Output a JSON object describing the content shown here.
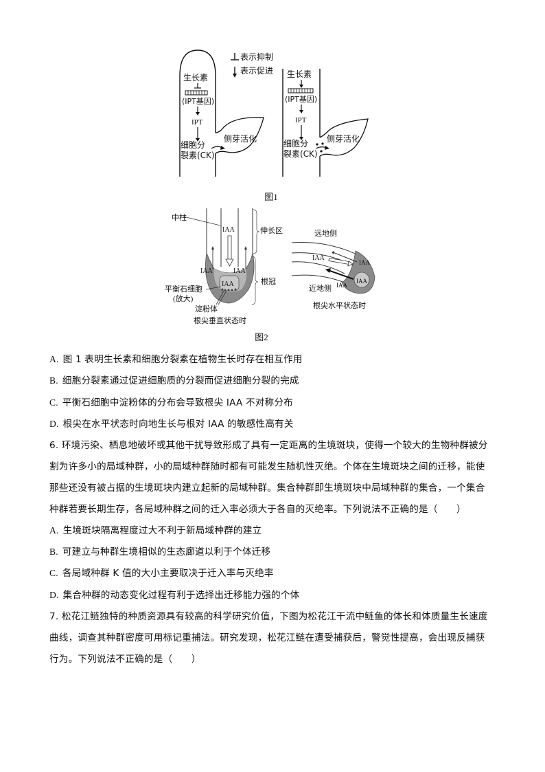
{
  "figure1": {
    "caption": "图1",
    "legend": {
      "inhibit": "表示抑制",
      "promote": "表示促进"
    },
    "left_panel": {
      "auxin": "生长素",
      "gene": "(IPT基因)",
      "ipt": "IPT",
      "ck_line1": "细胞分",
      "ck_line2": "裂素(CK)",
      "bud": "侧芽活化"
    },
    "right_panel": {
      "auxin": "生长素",
      "gene": "(IPT基因)",
      "ipt": "IPT",
      "ck_line1": "细胞分",
      "ck_line2": "裂素(CK)",
      "bud": "侧芽活化"
    }
  },
  "figure2": {
    "caption": "图2",
    "vertical": {
      "stele": "中柱",
      "iaa_center": "IAA",
      "elongation_zone": "伸长区",
      "iaa_left": "IAA",
      "iaa_right": "IAA",
      "root_cap": "根冠",
      "statocyte_line1": "平衡石细胞",
      "statocyte_line2": "(放大)",
      "iaa_cell": "IAA",
      "amyloplast": "淀粉体",
      "label": "根尖垂直状态时"
    },
    "horizontal": {
      "upper_side": "远地侧",
      "iaa_arrow": "IAA",
      "iaa_upper": "IAA",
      "iaa_cell": "IAA",
      "iaa_lower": "IAA",
      "lower_side": "近地侧",
      "label": "根尖水平状态时"
    }
  },
  "question5": {
    "options": [
      {
        "letter": "A.",
        "text": "图 1 表明生长素和细胞分裂素在植物生长时存在相互作用"
      },
      {
        "letter": "B.",
        "text": "细胞分裂素通过促进细胞质的分裂而促进细胞分裂的完成"
      },
      {
        "letter": "C.",
        "text": "平衡石细胞中淀粉体的分布会导致根尖 IAA 不对称分布"
      },
      {
        "letter": "D.",
        "text": "根尖在水平状态时向地生长与根对 IAA 的敏感性高有关"
      }
    ]
  },
  "question6": {
    "lines": [
      "6. 环境污染、栖息地破坏或其他干扰导致形成了具有一定距离的生境斑块，使得一个较大的生物种群被分",
      "割为许多小的局域种群，小的局域种群随时都有可能发生随机性灭绝。个体在生境斑块之间的迁移，能使",
      "那些还没有被占据的生境斑块内建立起新的局域种群。集合种群即生境斑块中局域种群的集合，一个集合",
      "种群若要长期生存，各局域种群之间的迁入率必须大于各自的灭绝率。下列说法不正确的是（　　）"
    ],
    "options": [
      {
        "letter": "A.",
        "text": "生境斑块隔离程度过大不利于新局域种群的建立"
      },
      {
        "letter": "B.",
        "text": "可建立与种群生境相似的生态廊道以利于个体迁移"
      },
      {
        "letter": "C.",
        "text": "各局域种群 K 值的大小主要取决于迁入率与灭绝率"
      },
      {
        "letter": "D.",
        "text": "集合种群的动态变化过程有利于选择出迁移能力强的个体"
      }
    ]
  },
  "question7": {
    "lines": [
      "7. 松花江鲢独特的种质资源具有较高的科学研究价值，下图为松花江干流中鲢鱼的体长和体质量生长速度",
      "曲线，调查其种群密度可用标记重捕法。研究发现，松花江鲢在遭受捕获后，警觉性提高，会出现反捕获",
      "行为。下列说法不正确的是（　　）"
    ]
  }
}
